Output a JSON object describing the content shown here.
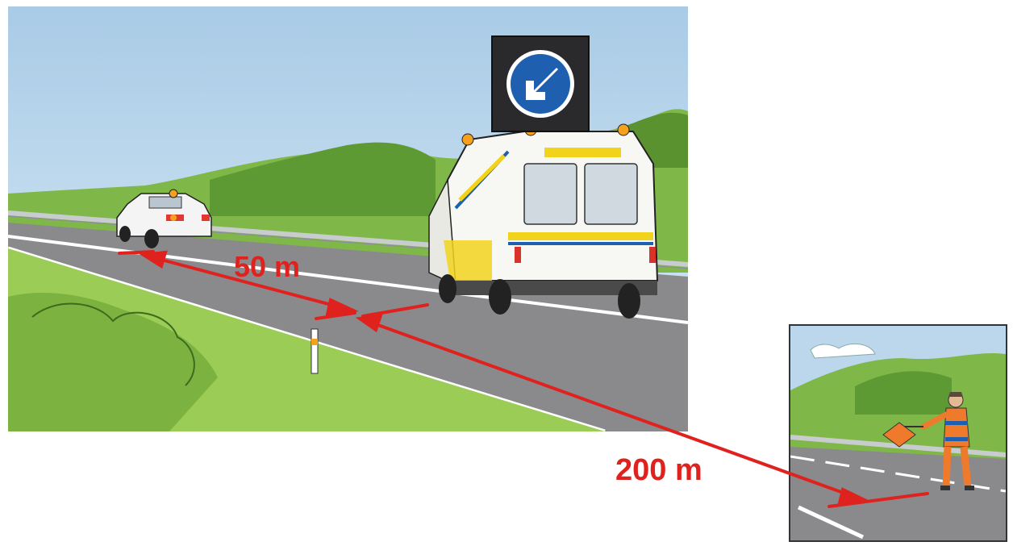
{
  "illustration": {
    "main_scene": "highway-with-van-and-car",
    "inset_scene": "flagger-on-road",
    "sign_icon": "keep-left-arrow-icon"
  },
  "distances": {
    "short_label": "50 m",
    "long_label": "200 m"
  },
  "colors": {
    "distance_red": "#e0221f",
    "sign_blue": "#1f5fb0",
    "grass_green": "#8cc34a",
    "sky_blue": "#cfe4f3",
    "road_gray": "#8a8a8c",
    "beacon_orange": "#f5a11e"
  }
}
